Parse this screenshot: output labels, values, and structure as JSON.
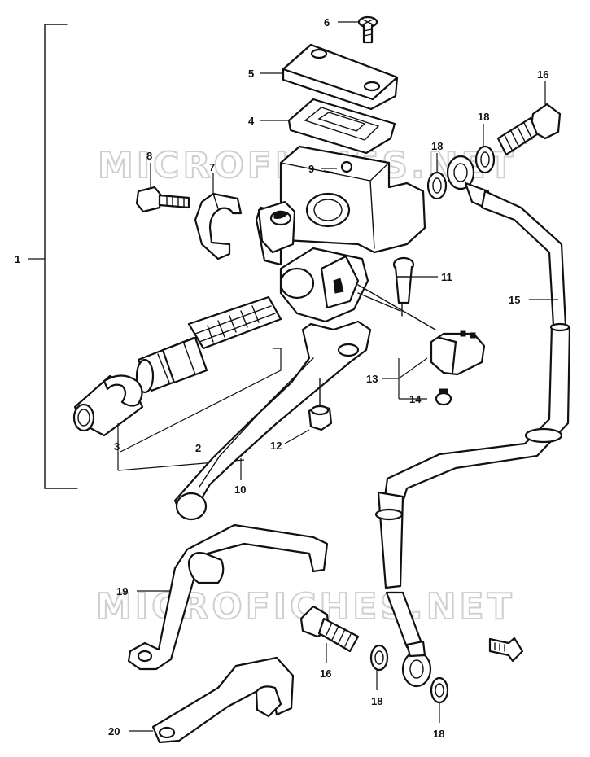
{
  "watermark": {
    "top": "MICROFICHES.NET",
    "bottom": "MICROFICHES.NET"
  },
  "callouts": {
    "p1": "1",
    "p2": "2",
    "p3": "3",
    "p4": "4",
    "p5": "5",
    "p6": "6",
    "p7": "7",
    "p8": "8",
    "p9": "9",
    "p10": "10",
    "p11": "11",
    "p12": "12",
    "p13": "13",
    "p14": "14",
    "p15": "15",
    "p16_top": "16",
    "p16_bottom": "16",
    "p18_top_left": "18",
    "p18_top_right": "18",
    "p18_bottom_left": "18",
    "p18_bottom_right": "18",
    "p19": "19",
    "p20": "20"
  },
  "colors": {
    "line": "#111111",
    "watermark": "#cfcfcf",
    "background": "#ffffff"
  }
}
